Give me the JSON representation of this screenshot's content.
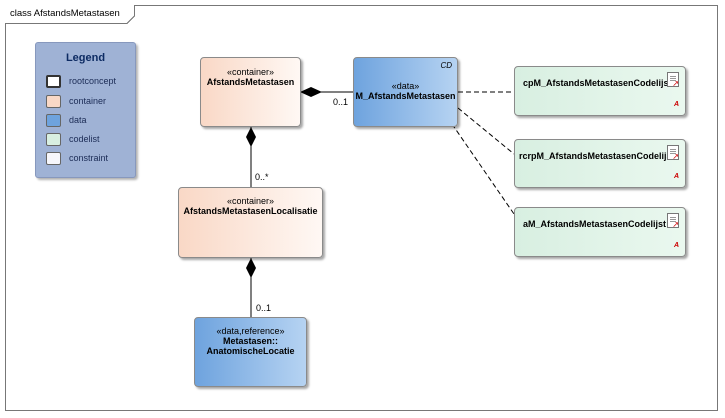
{
  "diagram": {
    "title": "class AfstandsMetastasen"
  },
  "legend": {
    "title": "Legend",
    "items": [
      {
        "label": "rootconcept",
        "color": "#ffffff"
      },
      {
        "label": "container",
        "color": "#f9d8c6"
      },
      {
        "label": "data",
        "color": "#6ea3de"
      },
      {
        "label": "codelist",
        "color": "#d8efe1"
      },
      {
        "label": "constraint",
        "color": "#f6f6fb"
      }
    ]
  },
  "nodes": {
    "afstands_container": {
      "stereotype": "«container»",
      "name": "AfstandsMetastasen"
    },
    "m_afstands": {
      "stereotype": "«data»",
      "name": "M_AfstandsMetastasen",
      "tag": "CD"
    },
    "localisatie": {
      "stereotype": "«container»",
      "name": "AfstandsMetastasenLocalisatie"
    },
    "anatomische": {
      "stereotype": "«data,reference»",
      "name_line1": "Metastasen::",
      "name_line2": "AnatomischeLocatie"
    },
    "cpm": {
      "name": "cpM_AfstandsMetastasenCodelijst",
      "flag": "A"
    },
    "rcrpm": {
      "name": "rcrpM_AfstandsMetastasenCodelijst",
      "flag": "A"
    },
    "am": {
      "name": "aM_AfstandsMetastasenCodelijst",
      "flag": "A"
    }
  },
  "multiplicities": {
    "m_afstands": "0..1",
    "localisatie": "0..*",
    "anatomische": "0..1"
  },
  "colors": {
    "container": "#f9d8c6",
    "data": "#6ea3de",
    "codelist": "#d8efe1",
    "legend_bg": "#9fb2d5"
  }
}
